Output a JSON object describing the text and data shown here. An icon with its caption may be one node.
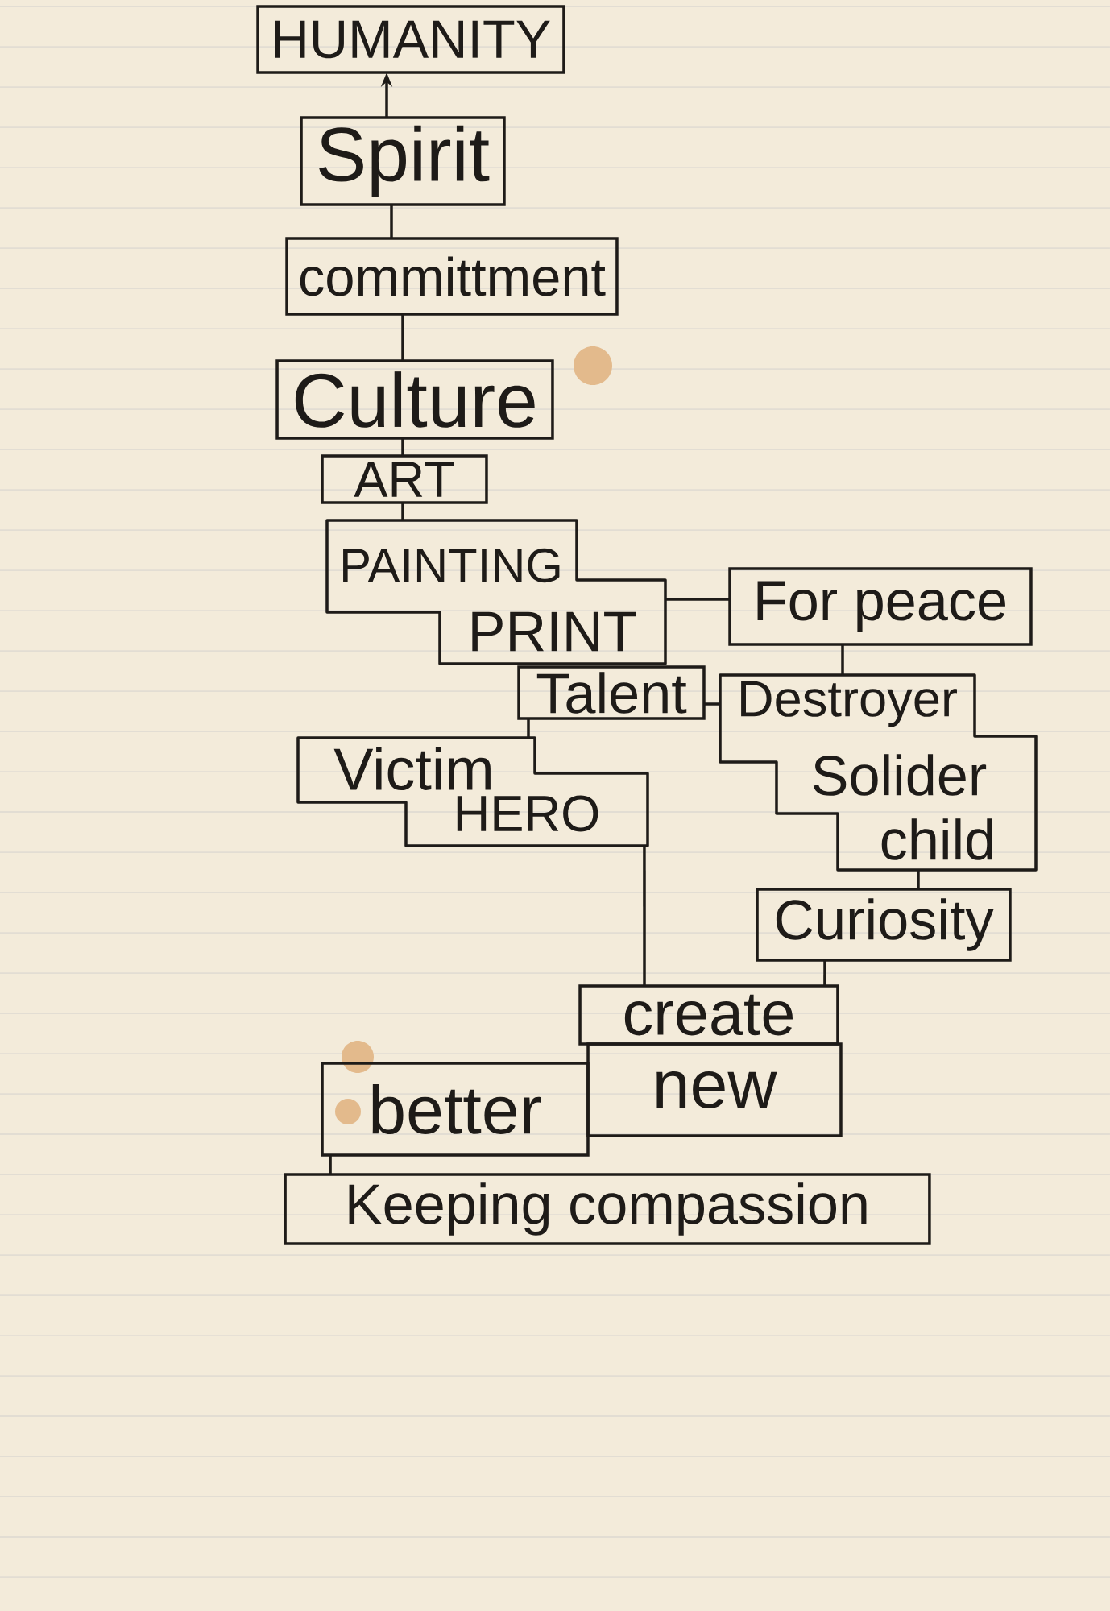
{
  "diagram": {
    "nodes": [
      {
        "text": [
          "HUMANITY"
        ]
      },
      {
        "text": [
          "Spirit"
        ]
      },
      {
        "text": [
          "committment"
        ]
      },
      {
        "text": [
          "Culture"
        ]
      },
      {
        "text": [
          "ART"
        ]
      },
      {
        "text": [
          "PAINTING",
          "PRINT"
        ]
      },
      {
        "text": [
          "For peace"
        ]
      },
      {
        "text": [
          "Talent"
        ]
      },
      {
        "text": [
          "Destroyer",
          "Solider",
          "child"
        ]
      },
      {
        "text": [
          "Victim",
          "HERO"
        ]
      },
      {
        "text": [
          "Curiosity"
        ]
      },
      {
        "text": [
          "create"
        ]
      },
      {
        "text": [
          "better"
        ]
      },
      {
        "text": [
          "new"
        ]
      },
      {
        "text": [
          "Keeping compassion"
        ]
      }
    ],
    "edges": [
      {
        "from": 1,
        "to": 0,
        "arrow": "to"
      },
      {
        "from": 1,
        "to": 2,
        "arrow": "none"
      },
      {
        "from": 2,
        "to": 3,
        "arrow": "none"
      },
      {
        "from": 3,
        "to": 4,
        "arrow": "none"
      },
      {
        "from": 4,
        "to": 5,
        "arrow": "none"
      },
      {
        "from": 5,
        "to": 6,
        "arrow": "none"
      },
      {
        "from": 6,
        "to": 8,
        "arrow": "none"
      },
      {
        "from": 7,
        "to": 8,
        "arrow": "none"
      },
      {
        "from": 7,
        "to": 9,
        "arrow": "none"
      },
      {
        "from": 8,
        "to": 10,
        "arrow": "none"
      },
      {
        "from": 9,
        "to": 11,
        "arrow": "none"
      },
      {
        "from": 10,
        "to": 11,
        "arrow": "none"
      },
      {
        "from": 12,
        "to": 14,
        "arrow": "none"
      }
    ]
  }
}
